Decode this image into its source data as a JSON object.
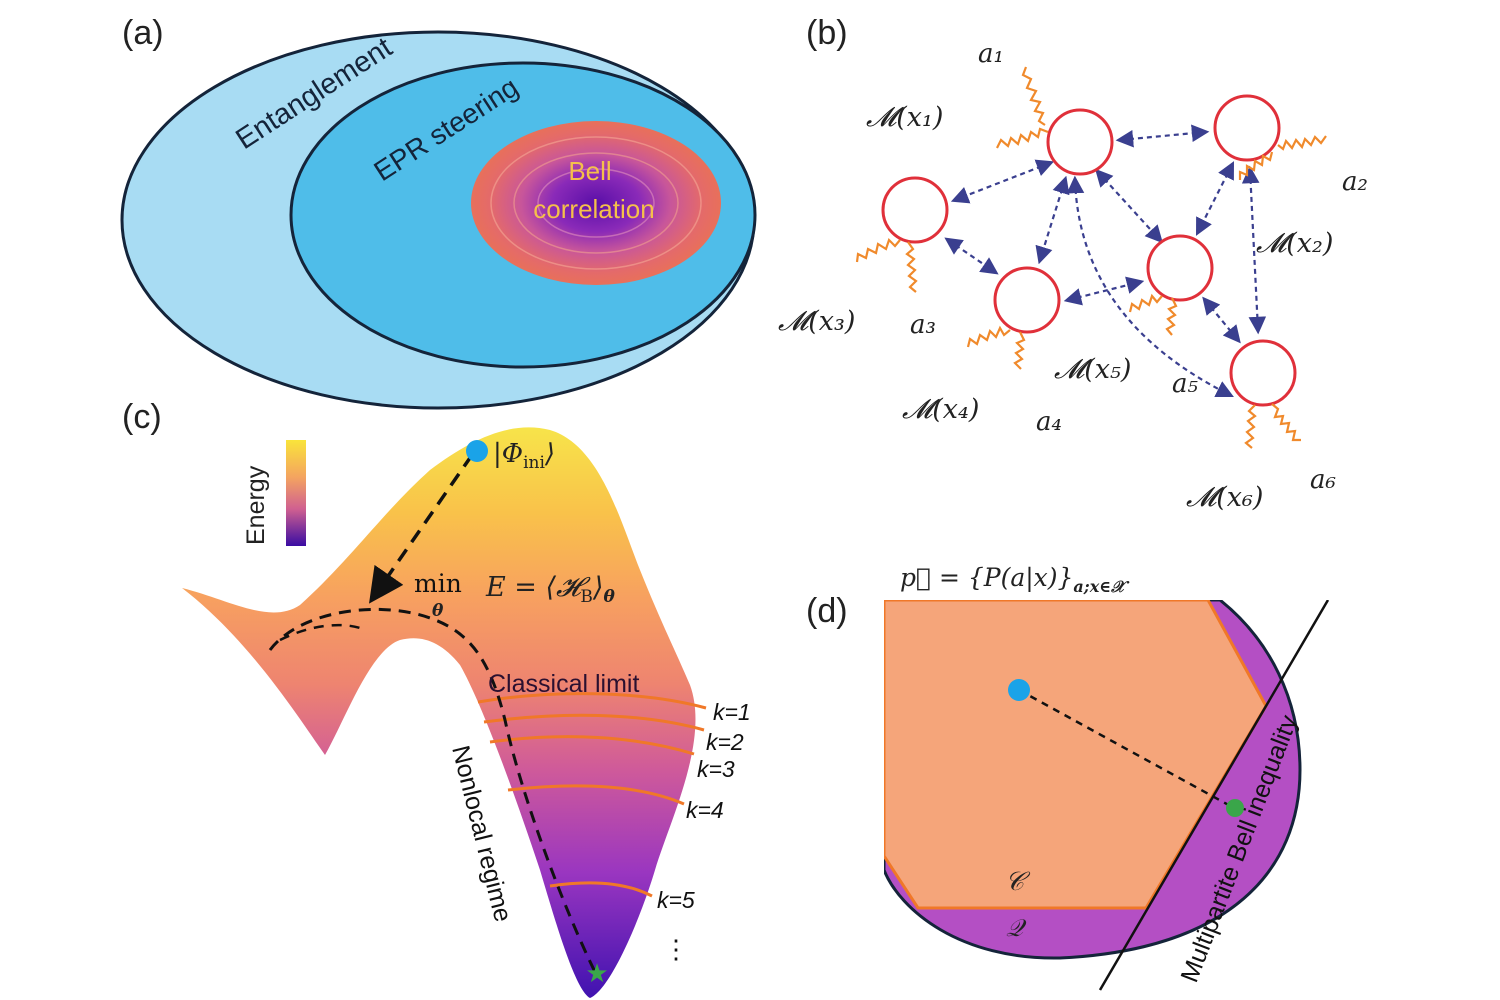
{
  "panels": {
    "a": {
      "label": "(a)",
      "outer": "Entanglement",
      "middle": "EPR steering",
      "inner_line1": "Bell",
      "inner_line2": "correlation"
    },
    "b": {
      "label": "(b)",
      "nodes": [
        {
          "id": "1",
          "meas": "𝓜(x₁)",
          "out": "a₁"
        },
        {
          "id": "2",
          "meas": "𝓜(x₂)",
          "out": "a₂"
        },
        {
          "id": "3",
          "meas": "𝓜(x₃)",
          "out": "a₃"
        },
        {
          "id": "4",
          "meas": "𝓜(x₄)",
          "out": "a₄"
        },
        {
          "id": "5",
          "meas": "𝓜(x₅)",
          "out": "a₅"
        },
        {
          "id": "6",
          "meas": "𝓜(x₆)",
          "out": "a₆"
        }
      ]
    },
    "c": {
      "label": "(c)",
      "colorbar_label": "Energy",
      "initial_state": "|Φ",
      "initial_state_sub": "ini",
      "initial_state_close": "⟩",
      "min_word": "min",
      "min_sub": "θ",
      "energy_expr": "E = ⟨𝓗",
      "energy_expr_sub": "B",
      "energy_expr_close": "⟩",
      "energy_expr_close_sub": "θ",
      "classical_limit": "Classical limit",
      "nonlocal_regime": "Nonlocal regime",
      "k_labels": [
        "k=1",
        "k=2",
        "k=3",
        "k=4",
        "k=5"
      ],
      "dots": "⋮"
    },
    "d": {
      "label": "(d)",
      "formula": "p⃗ = {P(a|x)}",
      "formula_sub": "a;x∈𝒳",
      "classical_set": "𝒞",
      "quantum_set": "𝒬",
      "inequality": "Multipartite Bell inequality"
    }
  },
  "colors": {
    "outer_ellipse": "#a8dcf3",
    "middle_ellipse": "#4fbde9",
    "bell_outer": "#e8705a",
    "node_stroke": "#e0303a",
    "wiggle": "#f08a2c",
    "arrow": "#3a3f8f",
    "polygon": "#f5a57a",
    "quantum": "#b44fc4",
    "dot_blue": "#1aa3e8",
    "dot_green": "#3aa64a"
  }
}
